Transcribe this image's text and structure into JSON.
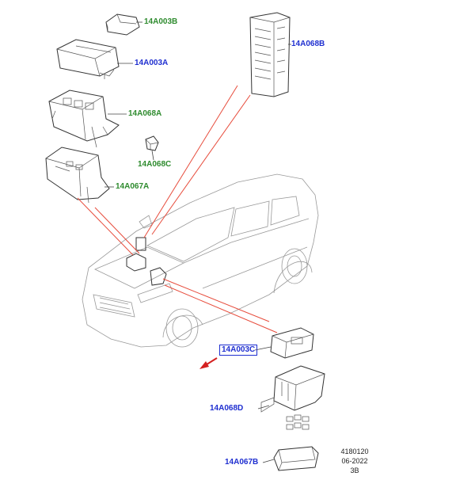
{
  "colors": {
    "green_label": "#2e8b2e",
    "blue_label": "#1f2fd0",
    "callout_line": "#e8584a",
    "arrow": "#d42020"
  },
  "labels": {
    "l_14A003B": "14A003B",
    "l_14A003A": "14A003A",
    "l_14A068A": "14A068A",
    "l_14A068C": "14A068C",
    "l_14A067A": "14A067A",
    "l_14A068B": "14A068B",
    "l_14A003C": "14A003C",
    "l_14A068D": "14A068D",
    "l_14A067B": "14A067B"
  },
  "reference": {
    "number": "4180120",
    "date": "06-2022",
    "code": "3B"
  },
  "highlighted_label": "14A003C"
}
